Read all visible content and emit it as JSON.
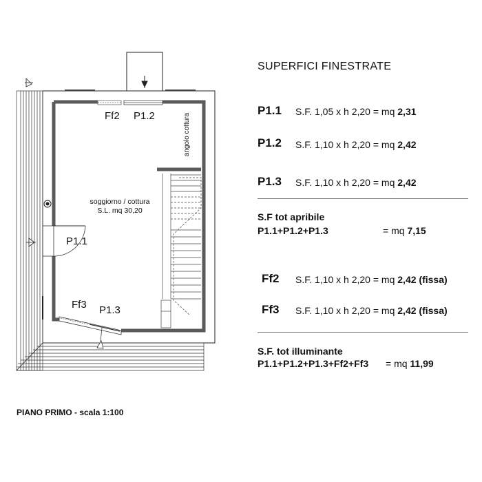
{
  "sheet_title": "SUPERFICI FINESTRATE",
  "rows": [
    {
      "code": "P1.1",
      "formula": "S.F.  1,05 x h 2,20 = mq ",
      "value": "2,31",
      "note": ""
    },
    {
      "code": "P1.2",
      "formula": "S.F.  1,10 x h 2,20 = mq ",
      "value": "2,42",
      "note": ""
    },
    {
      "code": "P1.3",
      "formula": "S.F.  1,10 x h 2,20 = mq ",
      "value": "2,42",
      "note": ""
    },
    {
      "code": "Ff2",
      "formula": "S.F.  1,10 x h 2,20 = mq ",
      "value": "2,42",
      "note": "(fissa)"
    },
    {
      "code": "Ff3",
      "formula": "S.F.  1,10 x h 2,20 = mq ",
      "value": "2,42",
      "note": "(fissa)"
    }
  ],
  "total_apribile": {
    "title": "S.F tot apribile",
    "formula": "P1.1+P1.2+P1.3",
    "value_prefix": "= mq ",
    "value": "7,15"
  },
  "total_illuminante": {
    "title": "S.F. tot illuminante",
    "formula": "P1.1+P1.2+P1.3+Ff2+Ff3",
    "value_prefix": "= mq ",
    "value": "11,99"
  },
  "plan": {
    "room_name": "soggiorno / cottura",
    "room_area": "S.L. mq 30,20",
    "kitchen_label": "angolo cottura",
    "labels": {
      "ff2": "Ff2",
      "p12": "P1.2",
      "p11": "P1.1",
      "ff3": "Ff3",
      "p13": "P1.3"
    }
  },
  "scale_label": "PIANO PRIMO - scala 1:100",
  "colors": {
    "wall": "#5a5a5a",
    "line": "#222222",
    "accent_hatch": "#999999"
  }
}
